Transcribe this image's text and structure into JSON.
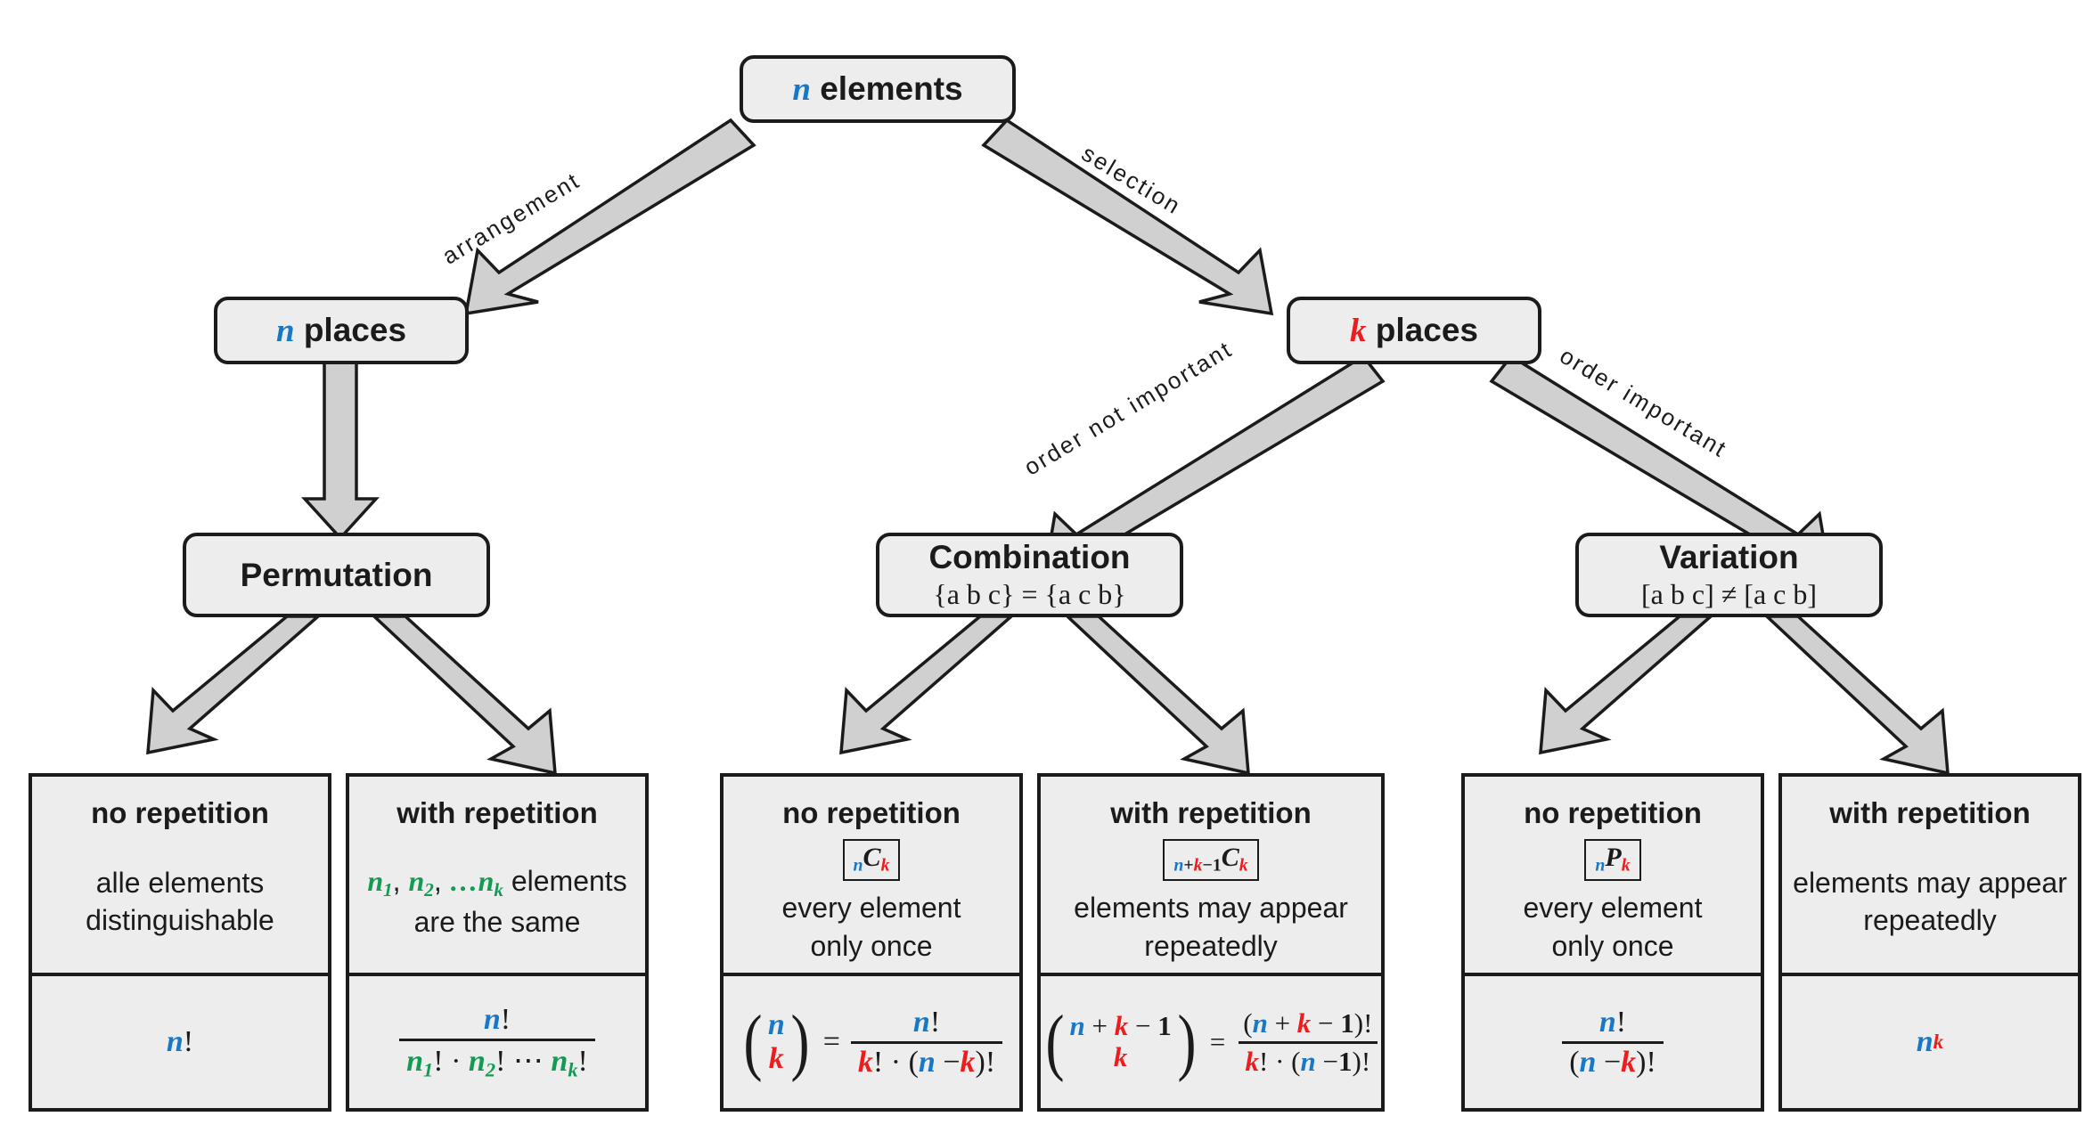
{
  "diagram": {
    "title": "Combinatorics decision tree",
    "colors": {
      "n_variable": "#1878c8",
      "k_variable": "#ee1c1c",
      "repeat_variable": "#139a53",
      "box_fill": "#ededed",
      "box_stroke": "#1b1b1b",
      "arrow_fill": "#d0d0d0"
    }
  },
  "root": {
    "var": "n",
    "label": "elements"
  },
  "edges": {
    "arrangement": "arrangement",
    "selection": "selection",
    "order_not_important": "order not important",
    "order_important": "order important"
  },
  "level2": {
    "left": {
      "var": "n",
      "label": "places"
    },
    "right": {
      "var": "k",
      "label": "places"
    }
  },
  "level3": {
    "permutation": {
      "title": "Permutation",
      "sub": ""
    },
    "combination": {
      "title": "Combination",
      "sub": "{a b c} = {a c b}"
    },
    "variation": {
      "title": "Variation",
      "sub": "[a b c] ≠ [a c b]"
    }
  },
  "cards": [
    {
      "id": "permutation-no-repetition",
      "header": "no repetition",
      "tag": "",
      "description": "alle elements\ndistinguishable",
      "formula_text": "n!"
    },
    {
      "id": "permutation-with-repetition",
      "header": "with repetition",
      "tag": "",
      "description_prefix": "n₁, n₂, … nₖ",
      "description": "elements\nare the same",
      "formula_text": "n! / (n₁! · n₂! ⋯ nₖ!)"
    },
    {
      "id": "combination-no-repetition",
      "header": "no repetition",
      "tag": "nCk",
      "description": "every element\nonly once",
      "formula_text": "(n over k) = n! / (k! · (n − k)!)"
    },
    {
      "id": "combination-with-repetition",
      "header": "with repetition",
      "tag": "n+k−1Ck",
      "description": "elements may appear\nrepeatedly",
      "formula_text": "(n + k − 1 over k) = (n + k − 1)! / (k! · (n − 1)!)"
    },
    {
      "id": "variation-no-repetition",
      "header": "no repetition",
      "tag": "nPk",
      "description": "every element\nonly once",
      "formula_text": "n! / (n − k)!"
    },
    {
      "id": "variation-with-repetition",
      "header": "with repetition",
      "tag": "",
      "description": "elements may appear\nrepeatedly",
      "formula_text": "nᵏ"
    }
  ],
  "text": {
    "no_repetition": "no repetition",
    "with_repetition": "with repetition",
    "alle_elements": "alle elements",
    "distinguishable": "distinguishable",
    "elements_word": "elements",
    "are_the_same": "are the same",
    "every_element": "every element",
    "only_once": "only once",
    "elements_may_appear": "elements may appear",
    "repeatedly": "repeatedly",
    "n_sym": "n",
    "k_sym": "k",
    "C_sym": "C",
    "P_sym": "P",
    "bang": "!",
    "plus": "+",
    "minus": "−",
    "one": "1",
    "equals": "=",
    "cdot": "·",
    "cdots": "⋯",
    "ldots": "…",
    "comma": ",",
    "lparen": "(",
    "rparen": ")"
  }
}
